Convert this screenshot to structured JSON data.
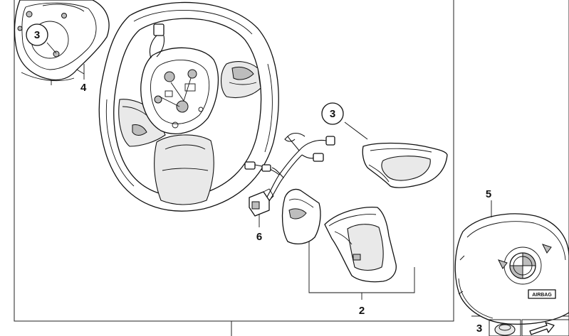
{
  "callouts": {
    "ring_cover_left": "3",
    "rear_cover": "4",
    "ring_trim_right": "3",
    "airbag_module": "5",
    "wiring_harness": "6",
    "lower_trim": "2",
    "footer_small_part": "3"
  },
  "airbag_badge_text": "AIRBAG"
}
